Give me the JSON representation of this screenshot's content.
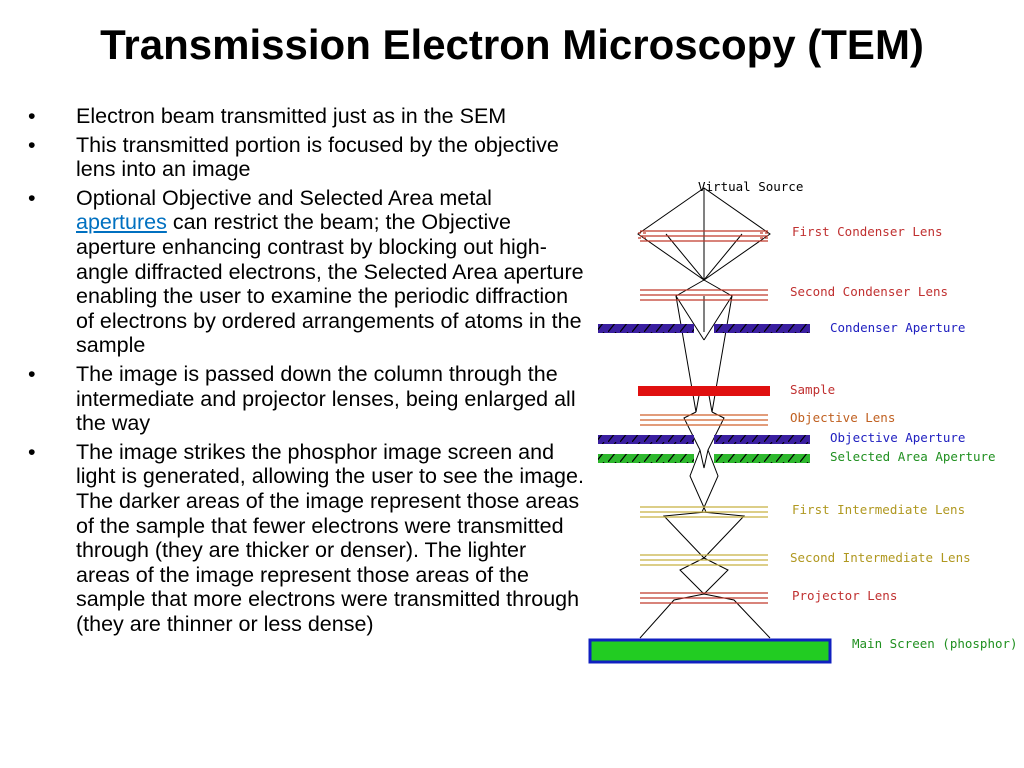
{
  "slide": {
    "title": "Transmission Electron Microscopy (TEM)",
    "bullets": [
      {
        "text": "Electron beam transmitted just as in the SEM"
      },
      {
        "text": "This transmitted portion is focused by the objective lens into an image"
      },
      {
        "pre": "Optional Objective and Selected Area metal ",
        "link": "apertures",
        "post": " can restrict the beam; the Objective aperture enhancing contrast by blocking out high-angle diffracted electrons, the Selected Area aperture enabling the user to examine the periodic diffraction of electrons by ordered arrangements of atoms in the sample"
      },
      {
        "text": "The image is passed down the column through the intermediate and projector lenses, being enlarged all the way"
      },
      {
        "text": "The image strikes the phosphor image screen and light is generated, allowing the user to see the image. The darker areas of the image represent those areas of the sample that fewer electrons were transmitted through (they are thicker or denser). The lighter areas of the image represent those areas of the sample that more electrons were transmitted through (they are thinner or less dense)"
      }
    ],
    "bullet_glyph": "•",
    "link_color": "#0070c0"
  },
  "diagram": {
    "labels": {
      "virtual_source": "Virtual Source",
      "first_condenser_lens": "First Condenser Lens",
      "second_condenser_lens": "Second Condenser Lens",
      "condenser_aperture": "Condenser Aperture",
      "sample": "Sample",
      "objective_lens": "Objective Lens",
      "objective_aperture": "Objective Aperture",
      "selected_area_aperture": "Selected Area Aperture",
      "first_intermediate_lens": "First Intermediate Lens",
      "second_intermediate_lens": "Second Intermediate Lens",
      "projector_lens": "Projector Lens",
      "main_screen": "Main Screen (phosphor)"
    },
    "colors": {
      "condenser_lens": "#c0392b",
      "aperture": "#3a1fa0",
      "sample": "#e01010",
      "objective_lens": "#d0602a",
      "selected_area": "#2eb82e",
      "intermediate_lens": "#c8b040",
      "screen_fill": "#22cc22",
      "screen_border": "#1020c0",
      "label_red": "#c03030",
      "label_blue": "#2020c0",
      "label_green": "#209020",
      "label_yellow": "#b09820",
      "beam": "#000000"
    }
  }
}
